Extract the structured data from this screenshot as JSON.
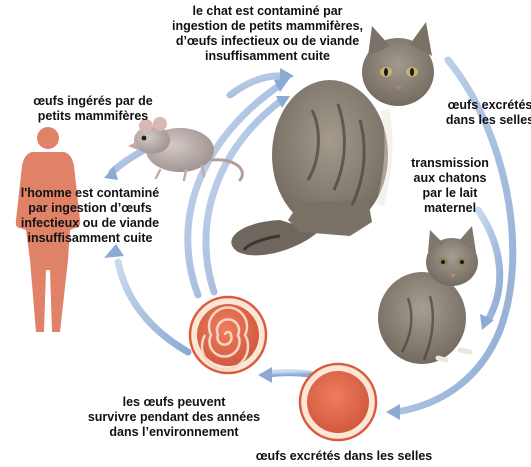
{
  "labels": {
    "cat_infection": "le chat est contaminé par\ningestion de petits mammifères,\nd’œufs infectieux ou de viande\ninsuffisamment cuite",
    "eggs_ingested": "œufs ingérés par de\npetits mammifères",
    "eggs_excreted_right": "œufs excrétés\ndans les selles",
    "transmission_kittens": "transmission\naux chatons\npar le lait\nmaternel",
    "human_infection": "l'homme est contaminé\npar ingestion d’œufs\ninfectieux ou de  viande\ninsuffisamment cuite",
    "eggs_survive": "les œufs peuvent\nsurvivre pendant des années\ndans l’environnement",
    "eggs_excreted_bottom": "œufs excrétés dans les selles"
  },
  "colors": {
    "arrow": "#a9c1e0",
    "human": "#e08268",
    "egg_fill": "#df6a4d",
    "egg_ring": "#fbe7d5",
    "rat": "#b8aca9",
    "cat": "#8b8378",
    "kitten": "#8e857a"
  },
  "icons": {
    "human": "human-silhouette",
    "rat": "rat-illustration",
    "cat": "adult-cat-photo",
    "kitten": "kitten-photo",
    "egg_spiral": "spiral-egg",
    "egg_plain": "plain-egg"
  }
}
